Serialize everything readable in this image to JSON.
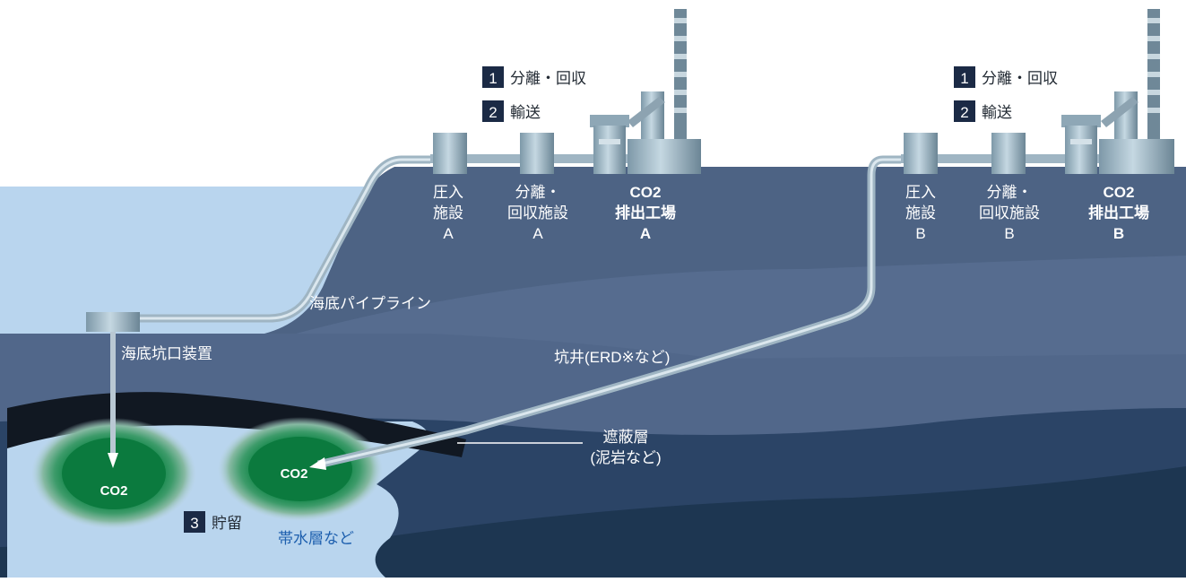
{
  "steps": {
    "a": [
      {
        "num": "1",
        "label": "分離・回収"
      },
      {
        "num": "2",
        "label": "輸送"
      }
    ],
    "b": [
      {
        "num": "1",
        "label": "分離・回収"
      },
      {
        "num": "2",
        "label": "輸送"
      }
    ],
    "storage": {
      "num": "3",
      "label": "貯留"
    }
  },
  "facilities_a": {
    "injection": [
      "圧入",
      "施設",
      "A"
    ],
    "separation": [
      "分離・",
      "回収施設",
      "A"
    ],
    "plant": [
      "CO2",
      "排出工場",
      "A"
    ]
  },
  "facilities_b": {
    "injection": [
      "圧入",
      "施設",
      "B"
    ],
    "separation": [
      "分離・",
      "回収施設",
      "B"
    ],
    "plant": [
      "CO2",
      "排出工場",
      "B"
    ]
  },
  "labels": {
    "subsea_pipeline": "海底パイプライン",
    "subsea_wellhead": "海底坑口装置",
    "well": "坑井(ERD※など)",
    "cap_rock": "遮蔽層",
    "cap_rock_note": "(泥岩など)",
    "aquifer": "帯水層など",
    "co2_left": "CO2",
    "co2_right": "CO2"
  },
  "colors": {
    "sea": "#b9d5ee",
    "land_top": "#4d6384",
    "layer_mid": "#6a7fa0",
    "deep": "#1d3651",
    "cap_rock": "#111822",
    "plume": "#0e7a3f",
    "badge": "#1b2a45",
    "aquifer_text": "#1d5fae"
  }
}
